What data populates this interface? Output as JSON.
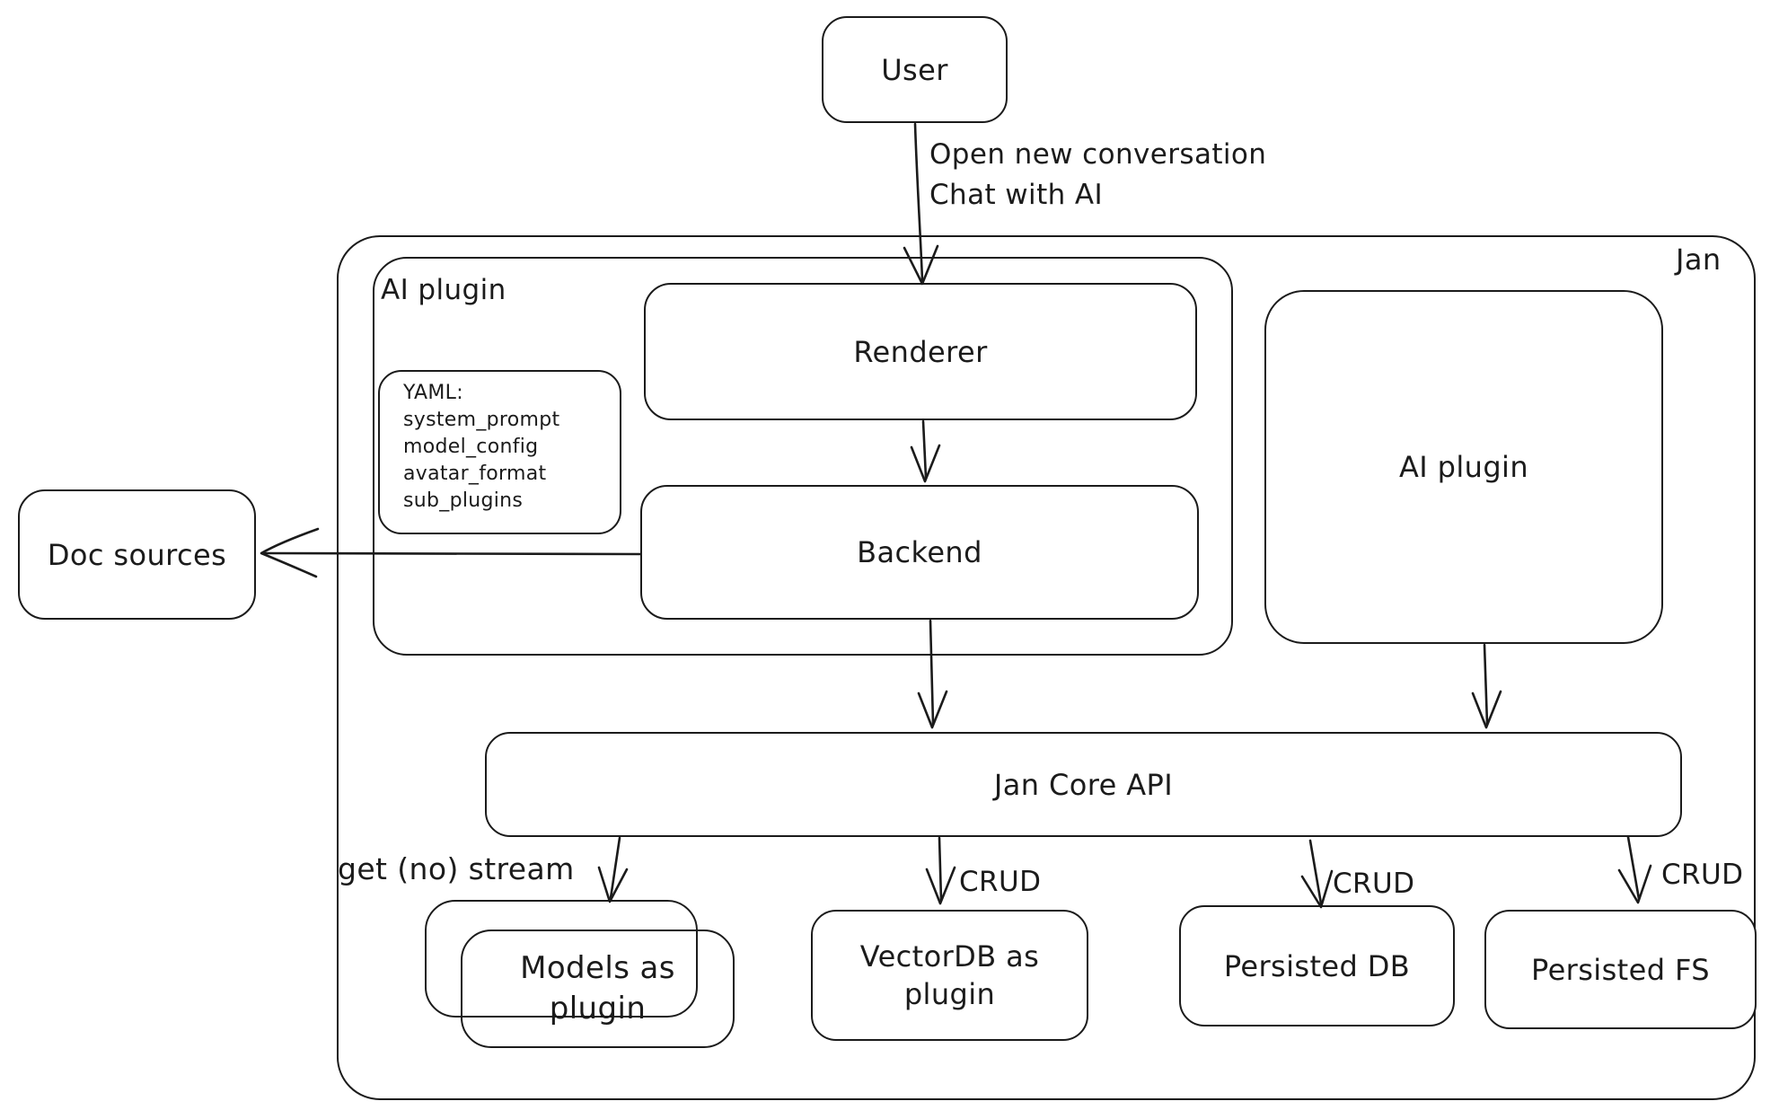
{
  "diagram": {
    "user_box": {
      "label": "User"
    },
    "user_arrow_label": {
      "line1": "Open new conversation",
      "line2": "Chat with AI"
    },
    "jan_container": {
      "label": "Jan"
    },
    "ai_plugin_container": {
      "label": "AI plugin"
    },
    "yaml_note": {
      "lines": [
        "YAML:",
        "system_prompt",
        "model_config",
        "avatar_format",
        "sub_plugins"
      ]
    },
    "renderer_box": {
      "label": "Renderer"
    },
    "backend_box": {
      "label": "Backend"
    },
    "ai_plugin_box": {
      "label": "AI plugin"
    },
    "doc_sources_box": {
      "label": "Doc sources"
    },
    "jan_core_api_box": {
      "label": "Jan Core API"
    },
    "models_plugin_box": {
      "label": "Models as plugin"
    },
    "vectordb_box": {
      "label": "VectorDB as plugin"
    },
    "persisted_db_box": {
      "label": "Persisted DB"
    },
    "persisted_fs_box": {
      "label": "Persisted FS"
    },
    "edge_labels": {
      "get_no_stream": "get (no) stream",
      "crud_vectordb": "CRUD",
      "crud_persisted_db": "CRUD",
      "crud_persisted_fs": "CRUD"
    }
  },
  "colors": {
    "stroke": "#1b1b1b",
    "background": "#ffffff"
  }
}
